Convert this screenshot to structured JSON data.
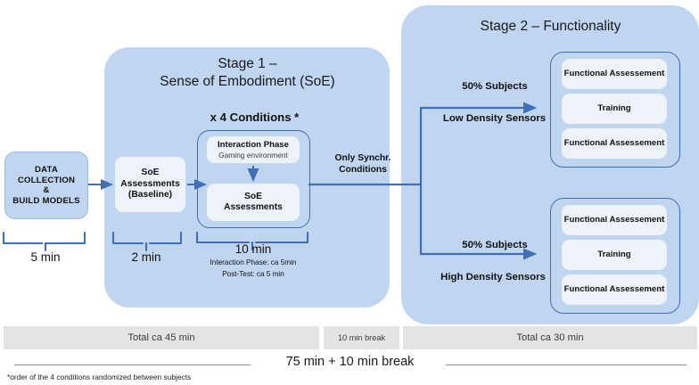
{
  "stage1": {
    "title_line1": "Stage 1 –",
    "title_line2": "Sense of Embodiment (SoE)",
    "conditions_label": "x 4 Conditions *",
    "baseline_box": {
      "line1": "SoE",
      "line2": "Assessments",
      "line3": "(Baseline)"
    },
    "interaction_phase": {
      "title": "Interaction Phase",
      "subtitle": "Gaming environment"
    },
    "soe_assessments": {
      "line1": "SoE",
      "line2": "Assessments"
    },
    "duration_baseline": "2 min",
    "duration_conditions": "10 min",
    "duration_conditions_note1": "Interaction Phase: ca 5min",
    "duration_conditions_note2": "Post-Test: ca 5 min"
  },
  "data_collection": {
    "line1": "DATA",
    "line2": "COLLECTION",
    "line3": "&",
    "line4": "BUILD MODELS",
    "duration": "5 min"
  },
  "connector": {
    "label_line1": "Only Synchr.",
    "label_line2": "Conditions"
  },
  "stage2": {
    "title": "Stage 2 – Functionality",
    "branch_low": {
      "percent_label": "50% Subjects",
      "sensor_label": "Low Density Sensors",
      "items": [
        "Functional Assessement",
        "Training",
        "Functional Assessement"
      ]
    },
    "branch_high": {
      "percent_label": "50% Subjects",
      "sensor_label": "High Density Sensors",
      "items": [
        "Functional Assessement",
        "Training",
        "Functional Assessement"
      ]
    }
  },
  "timeline": {
    "total_left": "Total ca 45 min",
    "break": "10 min break",
    "total_right": "Total ca 30 min",
    "grand_total": "75 min + 10 min break"
  },
  "footnote": "*order of the 4 conditions randomized between subjects",
  "colors": {
    "panel_blue": "#bfd5f0",
    "light_box": "#eef2f9",
    "arrow_blue": "#3f6fb5",
    "bar_gray": "#e4e4e4"
  }
}
